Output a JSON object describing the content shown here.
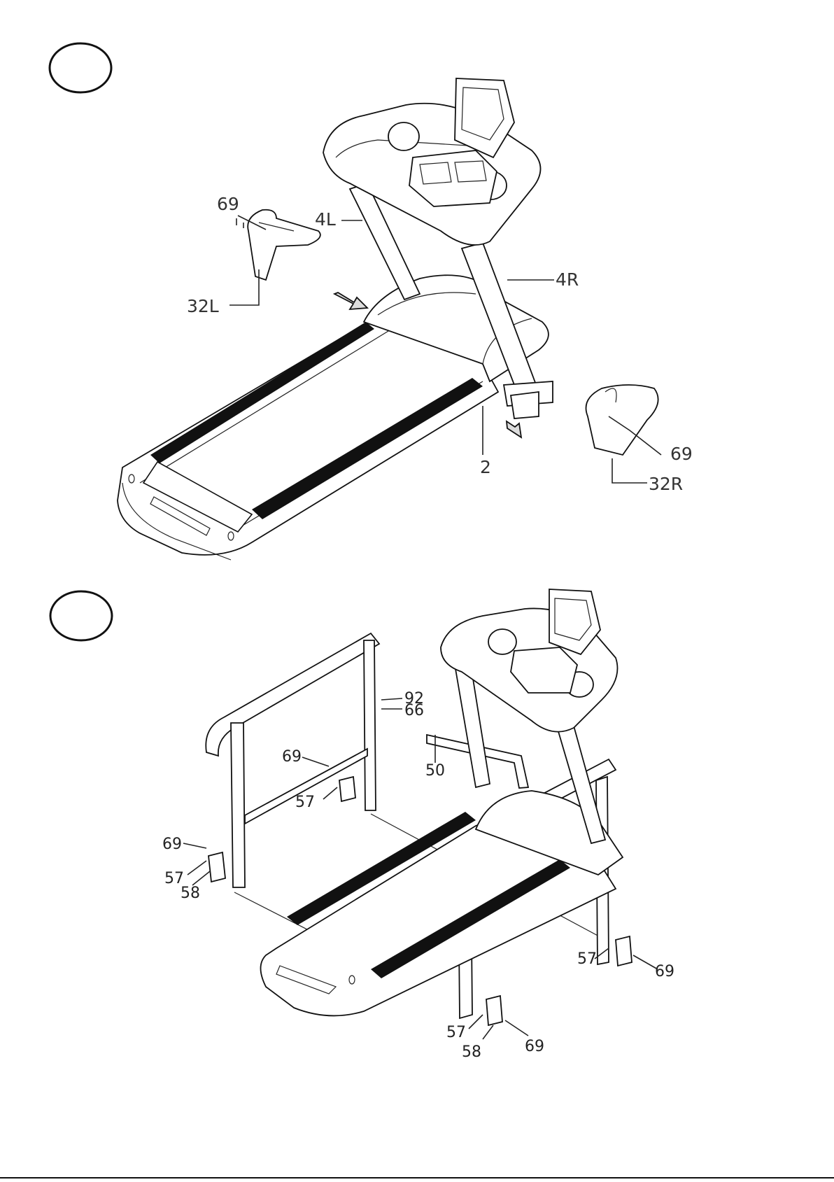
{
  "colors": {
    "ink": "#111111",
    "paper": "#ffffff"
  },
  "step1": {
    "labels": {
      "l69a": "69",
      "l4l": "4L",
      "l32l": "32L",
      "l4r": "4R",
      "l69b": "69",
      "l2": "2",
      "l32r": "32R"
    }
  },
  "step2": {
    "labels": {
      "l92": "92",
      "l66": "66",
      "l69a": "69",
      "l50": "50",
      "l57a": "57",
      "l69b": "69",
      "l57b": "57",
      "l58a": "58",
      "l57c": "57",
      "l69c": "69",
      "l57d": "57",
      "l58b": "58",
      "l69d": "69"
    }
  }
}
